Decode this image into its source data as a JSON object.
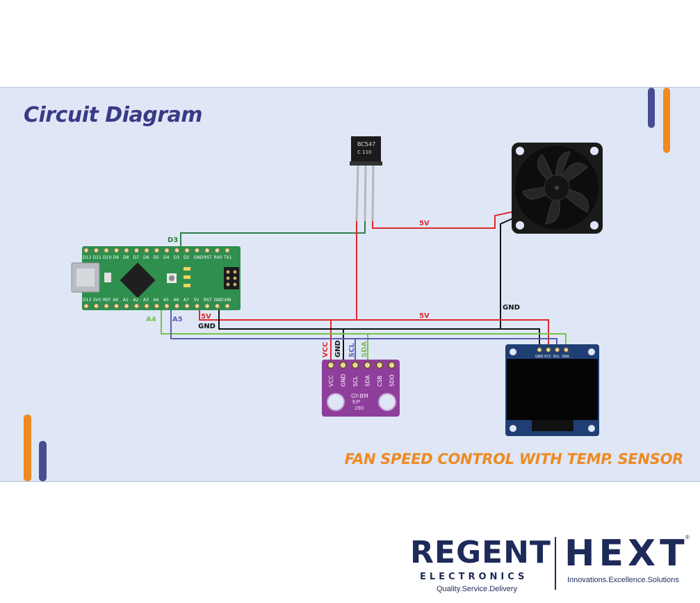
{
  "title": "Circuit Diagram",
  "subtitle": "FAN SPEED CONTROL WITH TEMP. SENSOR",
  "colors": {
    "accent_orange": "#ee8a22",
    "accent_purple": "#3a3a86",
    "wire_red": "#e0282e",
    "wire_green_dark": "#2e7d4a",
    "wire_green_light": "#77c14b",
    "wire_blue": "#5a5fb5",
    "wire_black": "#111111"
  },
  "transistor": {
    "line1": "BC547",
    "line2": "C  110"
  },
  "wire_labels": {
    "d3": "D3",
    "five_v_top": "5V",
    "five_v_mid": "5V",
    "five_v_left": "5V",
    "gnd_fan": "GND",
    "gnd_left": "GND",
    "a4": "A4",
    "a5": "A5",
    "vcc": "VCC",
    "gnd_sensor": "GND",
    "scl": "SCL",
    "sda": "SDA"
  },
  "arduino": {
    "top_pins": [
      "D12",
      "D11",
      "D10",
      "D9",
      "D8",
      "D7",
      "D6",
      "D5",
      "D4",
      "D3",
      "D2",
      "GND",
      "RST",
      "RX0",
      "TX1"
    ],
    "bottom_pins": [
      "D13",
      "3V3",
      "REF",
      "A0",
      "A1",
      "A2",
      "A3",
      "A4",
      "A5",
      "A6",
      "A7",
      "5V",
      "RST",
      "GND",
      "VIN"
    ]
  },
  "sensor": {
    "pins": [
      "VCC",
      "GND",
      "SCL",
      "SDA",
      "CSB",
      "SDO"
    ],
    "model": "GY-BM",
    "model2": "E/P",
    "model3": "280"
  },
  "oled": {
    "pins": [
      "GND",
      "VCC",
      "SCL",
      "SDA"
    ]
  },
  "logo": {
    "regent": "REGENT",
    "electronics": "ELECTRONICS",
    "regent_tagline": "Quality.Service.Delivery",
    "hext": "HEXT",
    "hext_tagline": "Innovations.Excellence.Solutions",
    "registered": "®"
  }
}
